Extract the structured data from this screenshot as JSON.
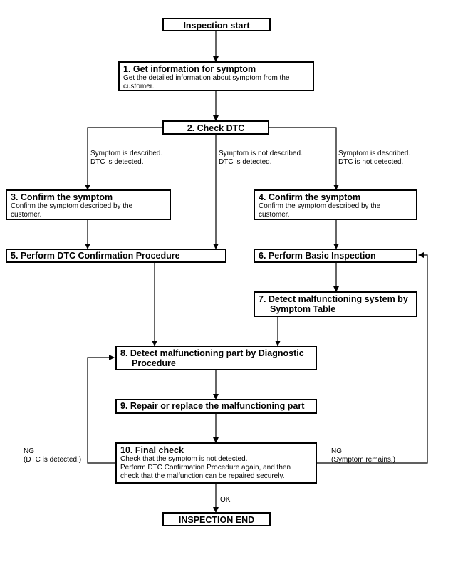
{
  "start": "Inspection start",
  "step1": {
    "title": "1. Get information for symptom",
    "desc": "Get the detailed information about symptom from the customer."
  },
  "step2": {
    "title": "2. Check DTC"
  },
  "branch_left": {
    "line1": "Symptom is described.",
    "line2": "DTC is detected."
  },
  "branch_middle": {
    "line1": "Symptom is not described.",
    "line2": "DTC is detected."
  },
  "branch_right": {
    "line1": "Symptom is described.",
    "line2": "DTC is not detected."
  },
  "step3": {
    "title": "3. Confirm the symptom",
    "desc": "Confirm the symptom described by the customer."
  },
  "step4": {
    "title": "4. Confirm the symptom",
    "desc": "Confirm the symptom described by the customer."
  },
  "step5": {
    "title": "5. Perform DTC Confirmation Procedure"
  },
  "step6": {
    "title": "6. Perform Basic Inspection"
  },
  "step7": {
    "line1": "7. Detect malfunctioning system by",
    "line2": "Symptom Table"
  },
  "step8": {
    "line1": "8. Detect malfunctioning part by Diagnostic",
    "line2": "Procedure"
  },
  "step9": {
    "title": "9. Repair or replace the malfunctioning part"
  },
  "step10": {
    "title": "10. Final check",
    "line1": "Check that the symptom is not detected.",
    "line2": "Perform DTC Confirmation Procedure again, and then",
    "line3": "check that the malfunction can be repaired securely."
  },
  "ng_left": {
    "line1": "NG",
    "line2": "(DTC is detected.)"
  },
  "ng_right": {
    "line1": "NG",
    "line2": "(Symptom remains.)"
  },
  "ok_label": "OK",
  "end": "INSPECTION END"
}
